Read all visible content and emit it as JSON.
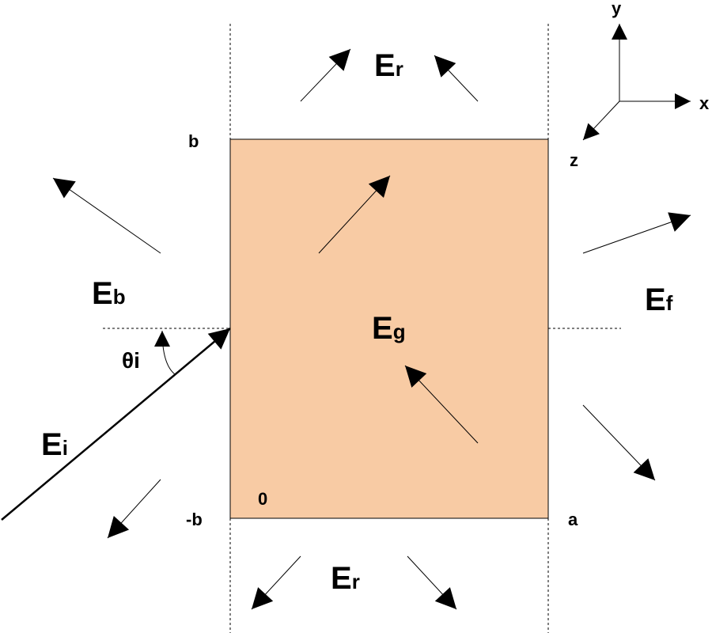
{
  "title": "Plane wave incident on rectangular region",
  "colors": {
    "slab_fill": "#F8CBA4",
    "stroke": "#000000"
  },
  "labels": {
    "E_main": "E",
    "reflected_sub": "r",
    "backward_sub": "b",
    "forward_sub": "f",
    "guided_sub": "g",
    "incident_sub": "i",
    "theta": "θ",
    "theta_sub": "i",
    "b": "b",
    "minus_b": "-b",
    "zero": "0",
    "a": "a",
    "axis_x": "x",
    "axis_y": "y",
    "axis_z": "z"
  }
}
